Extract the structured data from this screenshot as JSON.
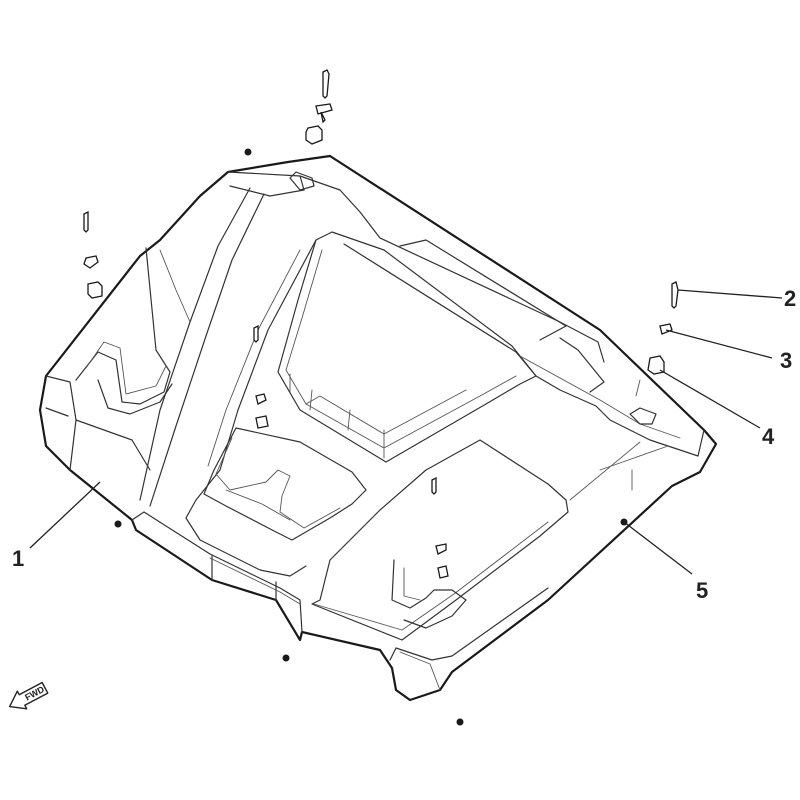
{
  "diagram": {
    "callouts": [
      {
        "id": "1",
        "label": "1"
      },
      {
        "id": "2",
        "label": "2"
      },
      {
        "id": "3",
        "label": "3"
      },
      {
        "id": "4",
        "label": "4"
      },
      {
        "id": "5",
        "label": "5"
      }
    ],
    "fwd_label": "FWD"
  }
}
